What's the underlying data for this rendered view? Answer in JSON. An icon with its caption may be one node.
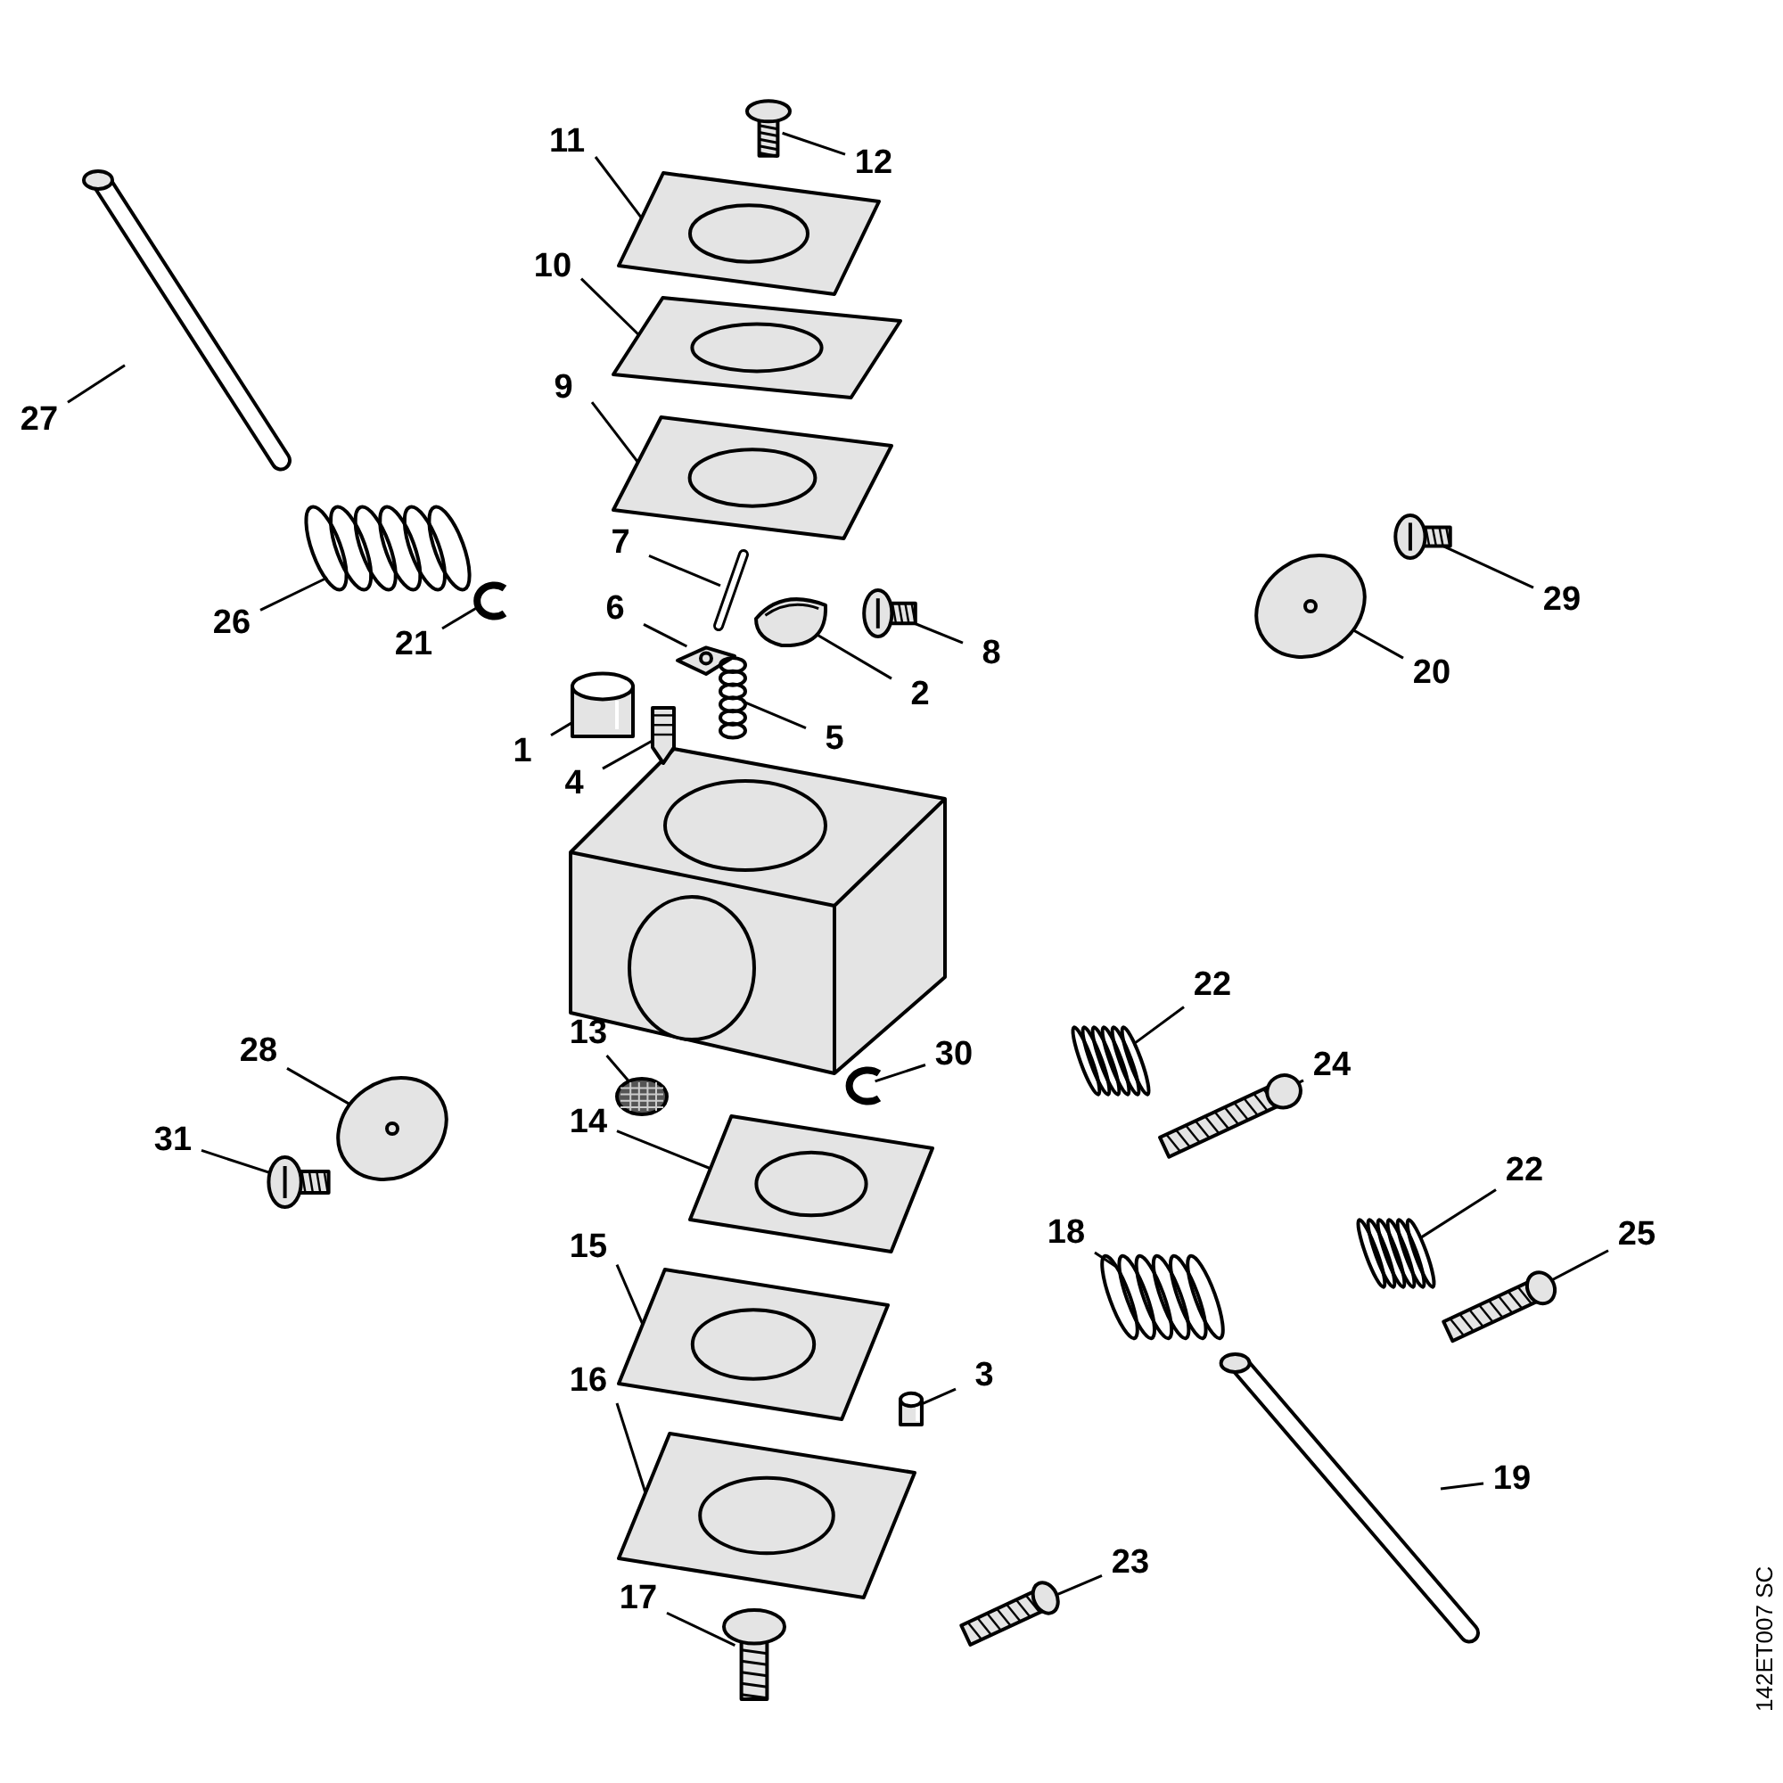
{
  "diagram": {
    "nodes": [
      {
        "text": [
          "11"
        ]
      },
      {
        "text": [],
        "shape": "picture"
      },
      {
        "text": [
          "12"
        ]
      },
      {
        "text": [],
        "shape": "picture"
      },
      {
        "text": [
          "10"
        ]
      },
      {
        "text": [],
        "shape": "picture"
      },
      {
        "text": [
          "9"
        ]
      },
      {
        "text": [],
        "shape": "picture"
      },
      {
        "text": [
          "27"
        ]
      },
      {
        "text": [],
        "shape": "picture"
      },
      {
        "text": [
          "7"
        ]
      },
      {
        "text": [],
        "shape": "picture"
      },
      {
        "text": [
          "29"
        ]
      },
      {
        "text": [],
        "shape": "picture"
      },
      {
        "text": [
          "6"
        ]
      },
      {
        "text": [],
        "shape": "picture"
      },
      {
        "text": [
          "8"
        ]
      },
      {
        "text": [],
        "shape": "picture"
      },
      {
        "text": [
          "26"
        ]
      },
      {
        "text": [],
        "shape": "picture"
      },
      {
        "text": [
          "21"
        ]
      },
      {
        "text": [],
        "shape": "picture"
      },
      {
        "text": [
          "2"
        ]
      },
      {
        "text": [],
        "shape": "picture"
      },
      {
        "text": [
          "20"
        ]
      },
      {
        "text": [],
        "shape": "picture"
      },
      {
        "text": [
          "1"
        ]
      },
      {
        "text": [],
        "shape": "picture"
      },
      {
        "text": [
          "5"
        ]
      },
      {
        "text": [],
        "shape": "picture"
      },
      {
        "text": [
          "4"
        ]
      },
      {
        "text": [],
        "shape": "picture"
      },
      {
        "text": [
          "22"
        ]
      },
      {
        "text": [],
        "shape": "picture"
      },
      {
        "text": [
          "13"
        ]
      },
      {
        "text": [],
        "shape": "picture"
      },
      {
        "text": [
          "28"
        ]
      },
      {
        "text": [],
        "shape": "picture"
      },
      {
        "text": [
          "30"
        ]
      },
      {
        "text": [],
        "shape": "picture"
      },
      {
        "text": [
          "24"
        ]
      },
      {
        "text": [],
        "shape": "picture"
      },
      {
        "text": [
          "31"
        ]
      },
      {
        "text": [],
        "shape": "picture"
      },
      {
        "text": [
          "14"
        ]
      },
      {
        "text": [],
        "shape": "picture"
      },
      {
        "text": [
          "22"
        ]
      },
      {
        "text": [],
        "shape": "picture"
      },
      {
        "text": [
          "18"
        ]
      },
      {
        "text": [],
        "shape": "picture"
      },
      {
        "text": [
          "25"
        ]
      },
      {
        "text": [],
        "shape": "picture"
      },
      {
        "text": [
          "15"
        ]
      },
      {
        "text": [],
        "shape": "picture"
      },
      {
        "text": [
          "3"
        ]
      },
      {
        "text": [],
        "shape": "picture"
      },
      {
        "text": [
          "16"
        ]
      },
      {
        "text": [],
        "shape": "picture"
      },
      {
        "text": [
          "19"
        ]
      },
      {
        "text": [],
        "shape": "picture"
      },
      {
        "text": [
          "23"
        ]
      },
      {
        "text": [],
        "shape": "picture"
      },
      {
        "text": [
          "17"
        ]
      },
      {
        "text": [],
        "shape": "picture"
      }
    ],
    "edges": [
      {
        "from": 0,
        "to": 1,
        "arrow": "none"
      },
      {
        "from": 2,
        "to": 3,
        "arrow": "none"
      },
      {
        "from": 4,
        "to": 5,
        "arrow": "none"
      },
      {
        "from": 6,
        "to": 7,
        "arrow": "none"
      },
      {
        "from": 8,
        "to": 9,
        "arrow": "none"
      },
      {
        "from": 10,
        "to": 11,
        "arrow": "none"
      },
      {
        "from": 12,
        "to": 13,
        "arrow": "none"
      },
      {
        "from": 14,
        "to": 15,
        "arrow": "none"
      },
      {
        "from": 16,
        "to": 17,
        "arrow": "none"
      },
      {
        "from": 18,
        "to": 19,
        "arrow": "none"
      },
      {
        "from": 20,
        "to": 21,
        "arrow": "none"
      },
      {
        "from": 22,
        "to": 23,
        "arrow": "none"
      },
      {
        "from": 24,
        "to": 25,
        "arrow": "none"
      },
      {
        "from": 26,
        "to": 27,
        "arrow": "none"
      },
      {
        "from": 28,
        "to": 29,
        "arrow": "none"
      },
      {
        "from": 30,
        "to": 31,
        "arrow": "none"
      },
      {
        "from": 32,
        "to": 33,
        "arrow": "none"
      },
      {
        "from": 34,
        "to": 35,
        "arrow": "none"
      },
      {
        "from": 36,
        "to": 37,
        "arrow": "none"
      },
      {
        "from": 38,
        "to": 39,
        "arrow": "none"
      },
      {
        "from": 40,
        "to": 41,
        "arrow": "none"
      },
      {
        "from": 42,
        "to": 43,
        "arrow": "none"
      },
      {
        "from": 44,
        "to": 45,
        "arrow": "none"
      },
      {
        "from": 46,
        "to": 47,
        "arrow": "none"
      },
      {
        "from": 48,
        "to": 49,
        "arrow": "none"
      },
      {
        "from": 50,
        "to": 51,
        "arrow": "none"
      },
      {
        "from": 52,
        "to": 53,
        "arrow": "none"
      },
      {
        "from": 54,
        "to": 55,
        "arrow": "none"
      },
      {
        "from": 56,
        "to": 57,
        "arrow": "none"
      },
      {
        "from": 58,
        "to": 59,
        "arrow": "none"
      },
      {
        "from": 60,
        "to": 61,
        "arrow": "none"
      },
      {
        "from": 62,
        "to": 63,
        "arrow": "none"
      }
    ],
    "labels": [
      "142ET007 SC"
    ]
  }
}
